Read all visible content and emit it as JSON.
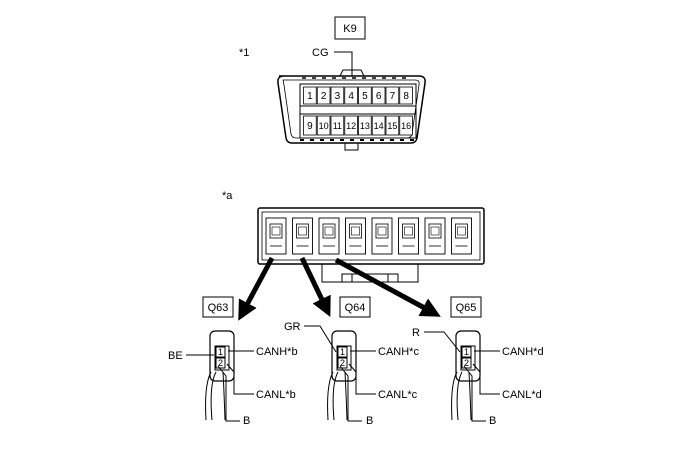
{
  "connectors": {
    "k9": "K9",
    "q63": "Q63",
    "q64": "Q64",
    "q65": "Q65"
  },
  "callouts": {
    "star_1": "*1",
    "star_a": "*a"
  },
  "dlc3": {
    "cg_label": "CG",
    "top_row_pins": [
      "1",
      "2",
      "3",
      "4",
      "5",
      "6",
      "7",
      "8"
    ],
    "bottom_row_pins": [
      "9",
      "10",
      "11",
      "12",
      "13",
      "14",
      "15",
      "16"
    ]
  },
  "q63": {
    "wire_color": "BE",
    "canh": "CANH*b",
    "canl": "CANL*b",
    "ground": "B",
    "pin_top": "1",
    "pin_bottom": "2"
  },
  "q64": {
    "wire_color": "GR",
    "canh": "CANH*c",
    "canl": "CANL*c",
    "ground": "B",
    "pin_top": "1",
    "pin_bottom": "2"
  },
  "q65": {
    "wire_color": "R",
    "canh": "CANH*d",
    "canl": "CANL*d",
    "ground": "B",
    "pin_top": "1",
    "pin_bottom": "2"
  }
}
